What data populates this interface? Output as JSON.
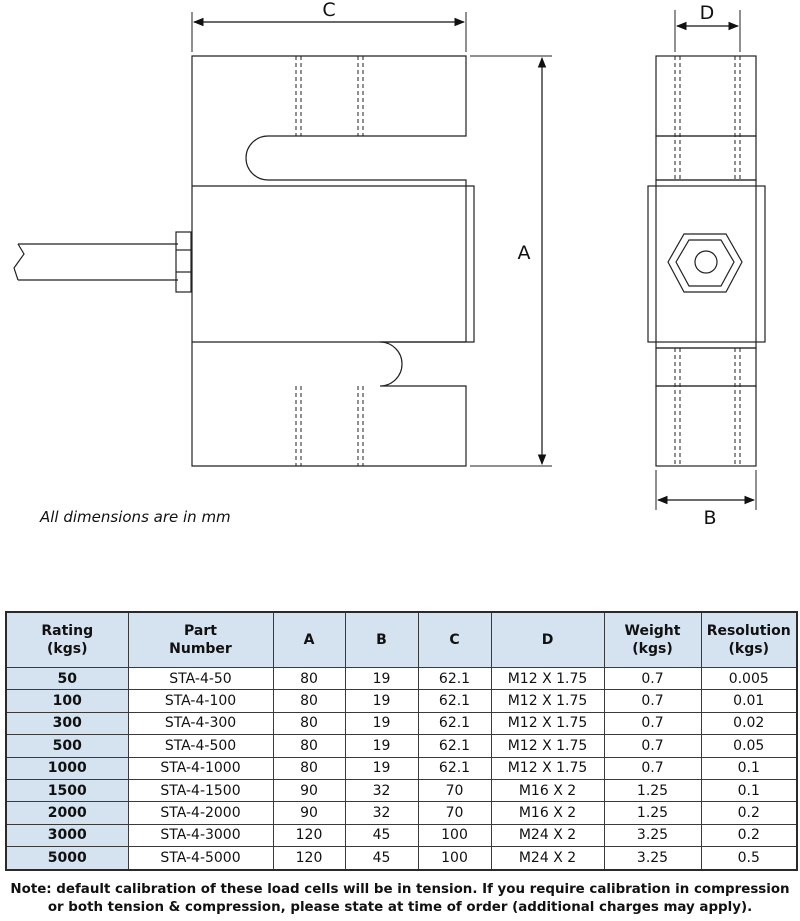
{
  "drawing": {
    "labels": {
      "a": "A",
      "b": "B",
      "c": "C",
      "d": "D"
    },
    "note": "All dimensions are in mm"
  },
  "table": {
    "headers": [
      {
        "line1": "Rating",
        "line2": "(kgs)"
      },
      {
        "line1": "Part",
        "line2": "Number"
      },
      {
        "line1": "A",
        "line2": ""
      },
      {
        "line1": "B",
        "line2": ""
      },
      {
        "line1": "C",
        "line2": ""
      },
      {
        "line1": "D",
        "line2": ""
      },
      {
        "line1": "Weight",
        "line2": "(kgs)"
      },
      {
        "line1": "Resolution",
        "line2": "(kgs)"
      }
    ],
    "rows": [
      [
        "50",
        "STA-4-50",
        "80",
        "19",
        "62.1",
        "M12 X 1.75",
        "0.7",
        "0.005"
      ],
      [
        "100",
        "STA-4-100",
        "80",
        "19",
        "62.1",
        "M12 X 1.75",
        "0.7",
        "0.01"
      ],
      [
        "300",
        "STA-4-300",
        "80",
        "19",
        "62.1",
        "M12 X 1.75",
        "0.7",
        "0.02"
      ],
      [
        "500",
        "STA-4-500",
        "80",
        "19",
        "62.1",
        "M12 X 1.75",
        "0.7",
        "0.05"
      ],
      [
        "1000",
        "STA-4-1000",
        "80",
        "19",
        "62.1",
        "M12 X 1.75",
        "0.7",
        "0.1"
      ],
      [
        "1500",
        "STA-4-1500",
        "90",
        "32",
        "70",
        "M16 X 2",
        "1.25",
        "0.1"
      ],
      [
        "2000",
        "STA-4-2000",
        "90",
        "32",
        "70",
        "M16 X 2",
        "1.25",
        "0.2"
      ],
      [
        "3000",
        "STA-4-3000",
        "120",
        "45",
        "100",
        "M24 X 2",
        "3.25",
        "0.2"
      ],
      [
        "5000",
        "STA-4-5000",
        "120",
        "45",
        "100",
        "M24 X 2",
        "3.25",
        "0.5"
      ]
    ]
  },
  "footnote": {
    "line1": "Note: default calibration of these load cells will be in tension. If you require calibration in compression",
    "line2": "or both tension & compression, please state at time of order (additional charges may apply)."
  }
}
